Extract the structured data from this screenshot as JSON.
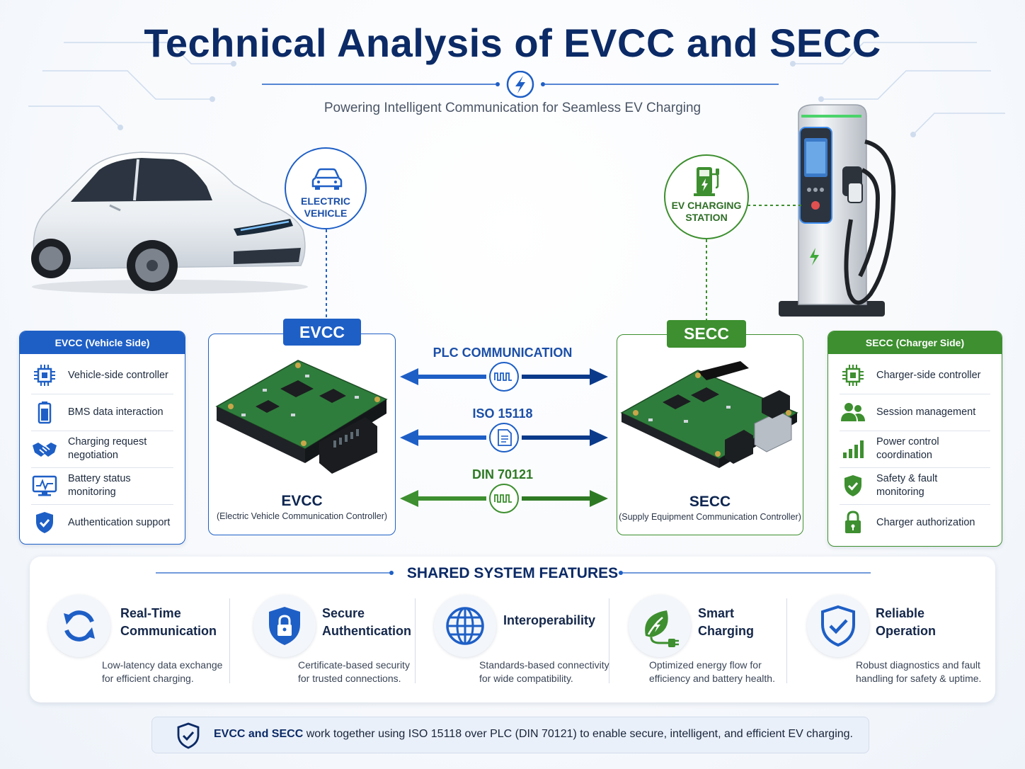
{
  "title": "Technical Analysis of EVCC and SECC",
  "subtitle": "Powering Intelligent Communication for Seamless EV Charging",
  "colors": {
    "navy": "#0b2a66",
    "blue": "#1e5fc6",
    "green": "#3d8f2f",
    "dark_green": "#2e7a24"
  },
  "nodes": {
    "vehicle": {
      "line1": "ELECTRIC",
      "line2": "VEHICLE"
    },
    "station": {
      "line1": "EV CHARGING",
      "line2": "STATION"
    }
  },
  "evcc_panel": {
    "header": "EVCC (Vehicle Side)",
    "items": [
      {
        "icon": "chip-icon",
        "label": "Vehicle-side controller"
      },
      {
        "icon": "battery-icon",
        "label": "BMS data interaction"
      },
      {
        "icon": "handshake-icon",
        "label": "Charging request negotiation"
      },
      {
        "icon": "monitor-pulse-icon",
        "label": "Battery status monitoring"
      },
      {
        "icon": "shield-check-icon",
        "label": "Authentication support"
      }
    ]
  },
  "secc_panel": {
    "header": "SECC (Charger Side)",
    "items": [
      {
        "icon": "chip-icon",
        "label": "Charger-side controller"
      },
      {
        "icon": "users-icon",
        "label": "Session management"
      },
      {
        "icon": "bar-chart-icon",
        "label": "Power control coordination"
      },
      {
        "icon": "shield-check-icon",
        "label": "Safety & fault monitoring"
      },
      {
        "icon": "lock-icon",
        "label": "Charger authorization"
      }
    ]
  },
  "evcc": {
    "badge": "EVCC",
    "name": "EVCC",
    "description": "(Electric Vehicle Communication Controller)"
  },
  "secc": {
    "badge": "SECC",
    "name": "SECC",
    "description": "(Supply Equipment Communication Controller)"
  },
  "protocols": [
    {
      "label": "PLC COMMUNICATION",
      "icon": "signal-wave-icon"
    },
    {
      "label": "ISO 15118",
      "icon": "document-icon"
    },
    {
      "label": "DIN 70121",
      "icon": "signal-wave-icon"
    }
  ],
  "shared_features": {
    "title": "SHARED SYSTEM FEATURES",
    "items": [
      {
        "icon": "sync-icon",
        "name_line1": "Real-Time",
        "name_line2": "Communication",
        "desc_line1": "Low-latency data exchange",
        "desc_line2": "for efficient charging."
      },
      {
        "icon": "shield-lock-icon",
        "name_line1": "Secure",
        "name_line2": "Authentication",
        "desc_line1": "Certificate-based security",
        "desc_line2": "for trusted connections."
      },
      {
        "icon": "globe-icon",
        "name_line1": "Interoperability",
        "name_line2": "",
        "desc_line1": "Standards-based connectivity",
        "desc_line2": "for wide compatibility."
      },
      {
        "icon": "leaf-plug-icon",
        "name_line1": "Smart",
        "name_line2": "Charging",
        "desc_line1": "Optimized energy flow for",
        "desc_line2": "efficiency and battery health."
      },
      {
        "icon": "shield-check-icon",
        "name_line1": "Reliable",
        "name_line2": "Operation",
        "desc_line1": "Robust diagnostics and fault",
        "desc_line2": "handling for safety & uptime."
      }
    ]
  },
  "footer": {
    "bold_lead": "EVCC and SECC",
    "text": " work together using ISO 15118 over PLC (DIN 70121) to enable secure, intelligent, and efficient EV charging."
  }
}
